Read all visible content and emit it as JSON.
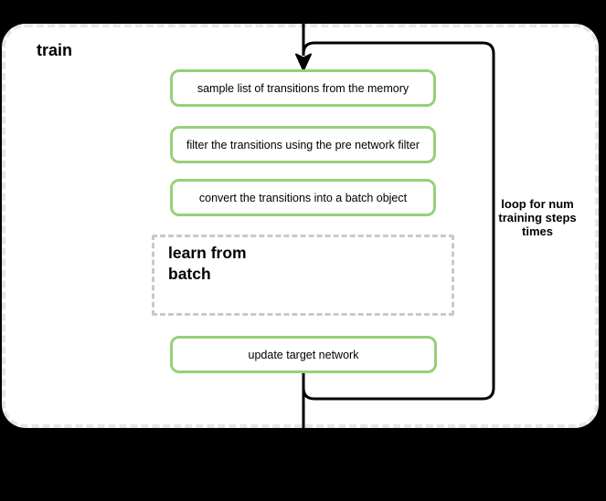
{
  "diagram": {
    "title": "train",
    "steps": [
      "sample list of transitions from the memory",
      "filter the transitions using the pre network filter",
      "convert the transitions into a batch object"
    ],
    "subprocess_label": "learn from\nbatch",
    "final_step": "update target network",
    "loop_label": "loop for num\ntraining steps\ntimes"
  },
  "colors": {
    "background": "#000000",
    "container_fill": "#ffffff",
    "container_dash": "#e6e6e6",
    "node_stroke_green": "#97d077",
    "subprocess_dash": "#c9c9c9",
    "flow_line": "#000000",
    "text": "#000000"
  }
}
